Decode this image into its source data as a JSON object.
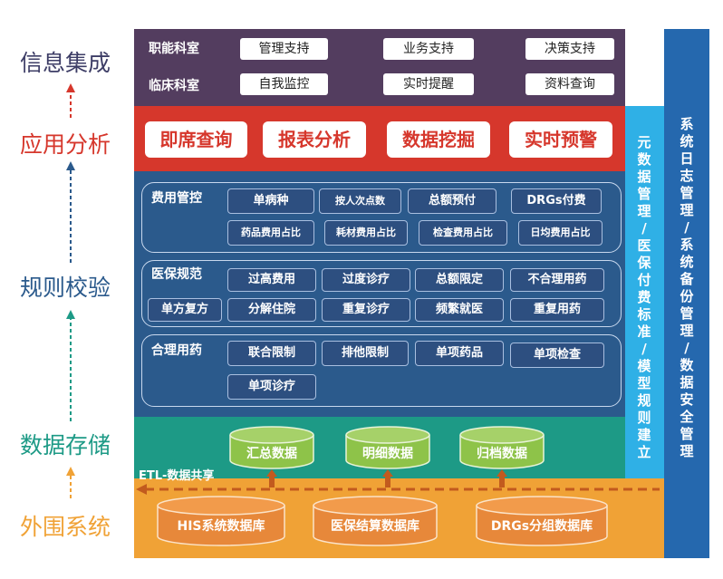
{
  "layers": {
    "info": "信息集成",
    "app": "应用分析",
    "rule": "规则校验",
    "storage": "数据存储",
    "external": "外围系统"
  },
  "info_band": {
    "rows": [
      {
        "label": "职能科室",
        "items": [
          "管理支持",
          "业务支持",
          "决策支持"
        ]
      },
      {
        "label": "临床科室",
        "items": [
          "自我监控",
          "实时提醒",
          "资料查询"
        ]
      }
    ]
  },
  "app_band": {
    "items": [
      "即席查询",
      "报表分析",
      "数据挖掘",
      "实时预警"
    ]
  },
  "rule_band": {
    "cost": {
      "title": "费用管控",
      "row1": [
        "单病种",
        "按人次点数",
        "总额预付",
        "DRGs付费"
      ],
      "row2": [
        "药品费用占比",
        "耗材费用占比",
        "检查费用占比",
        "日均费用占比"
      ]
    },
    "insurance": {
      "title": "医保规范",
      "row1": [
        "过高费用",
        "过度诊疗",
        "总额限定",
        "不合理用药"
      ],
      "row2_label": "单方复方",
      "row2": [
        "分解住院",
        "重复诊疗",
        "频繁就医",
        "重复用药"
      ]
    },
    "drug": {
      "title": "合理用药",
      "row1": [
        "联合限制",
        "排他限制",
        "单项药品",
        "单项检查"
      ],
      "row2": [
        "单项诊疗"
      ]
    }
  },
  "storage_band": {
    "items": [
      "汇总数据",
      "明细数据",
      "归档数据"
    ],
    "etl": "ETL-数据共享"
  },
  "external_band": {
    "items": [
      "HIS系统数据库",
      "医保结算数据库",
      "DRGs分组数据库"
    ]
  },
  "side_panels": {
    "meta": "元数据管理/医保付费标准/模型规则建立",
    "system": "系统日志管理/系统备份管理/数据安全管理"
  },
  "colors": {
    "info_band": "#533d5f",
    "app_band": "#d6372c",
    "rule_band": "#2b5a8c",
    "storage_band": "#1d9a86",
    "external_band": "#f0a236",
    "meta_panel": "#2fb0e6",
    "system_panel": "#2568ae",
    "cylinder": "#8ec349"
  }
}
